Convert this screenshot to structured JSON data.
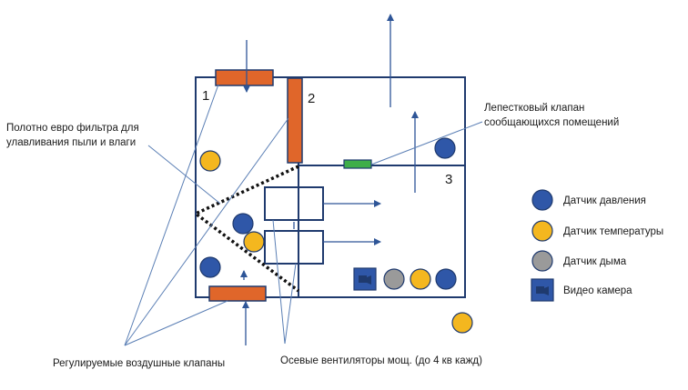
{
  "zones": {
    "zone1": "1",
    "zone2": "2",
    "zone3": "3"
  },
  "annotations": {
    "filter_line1": "Полотно евро фильтра для",
    "filter_line2": "улавливания пыли и влаги",
    "valve_line1": "Лепестковый клапан",
    "valve_line2": "сообщающихся помещений",
    "air_valves": "Регулируемые воздушные клапаны",
    "fans": "Осевые вентиляторы мощ. (до 4 кв кажд)"
  },
  "legend": [
    {
      "label": "Датчик давления",
      "icon": "pressure-sensor-icon",
      "color": "#2f57a8"
    },
    {
      "label": "Датчик температуры",
      "icon": "temperature-sensor-icon",
      "color": "#f4b71f"
    },
    {
      "label": "Датчик дыма",
      "icon": "smoke-sensor-icon",
      "color": "#9a9a9a"
    },
    {
      "label": "Видео камера",
      "icon": "video-camera-icon",
      "color": "#2f57a8"
    }
  ],
  "colors": {
    "wall": "#1f3a6e",
    "damper": "#e0662a",
    "petal_valve": "#3fae49",
    "pressure": "#2f57a8",
    "temperature": "#f4b71f",
    "smoke": "#9a9a9a",
    "arrow": "#2e5597"
  }
}
